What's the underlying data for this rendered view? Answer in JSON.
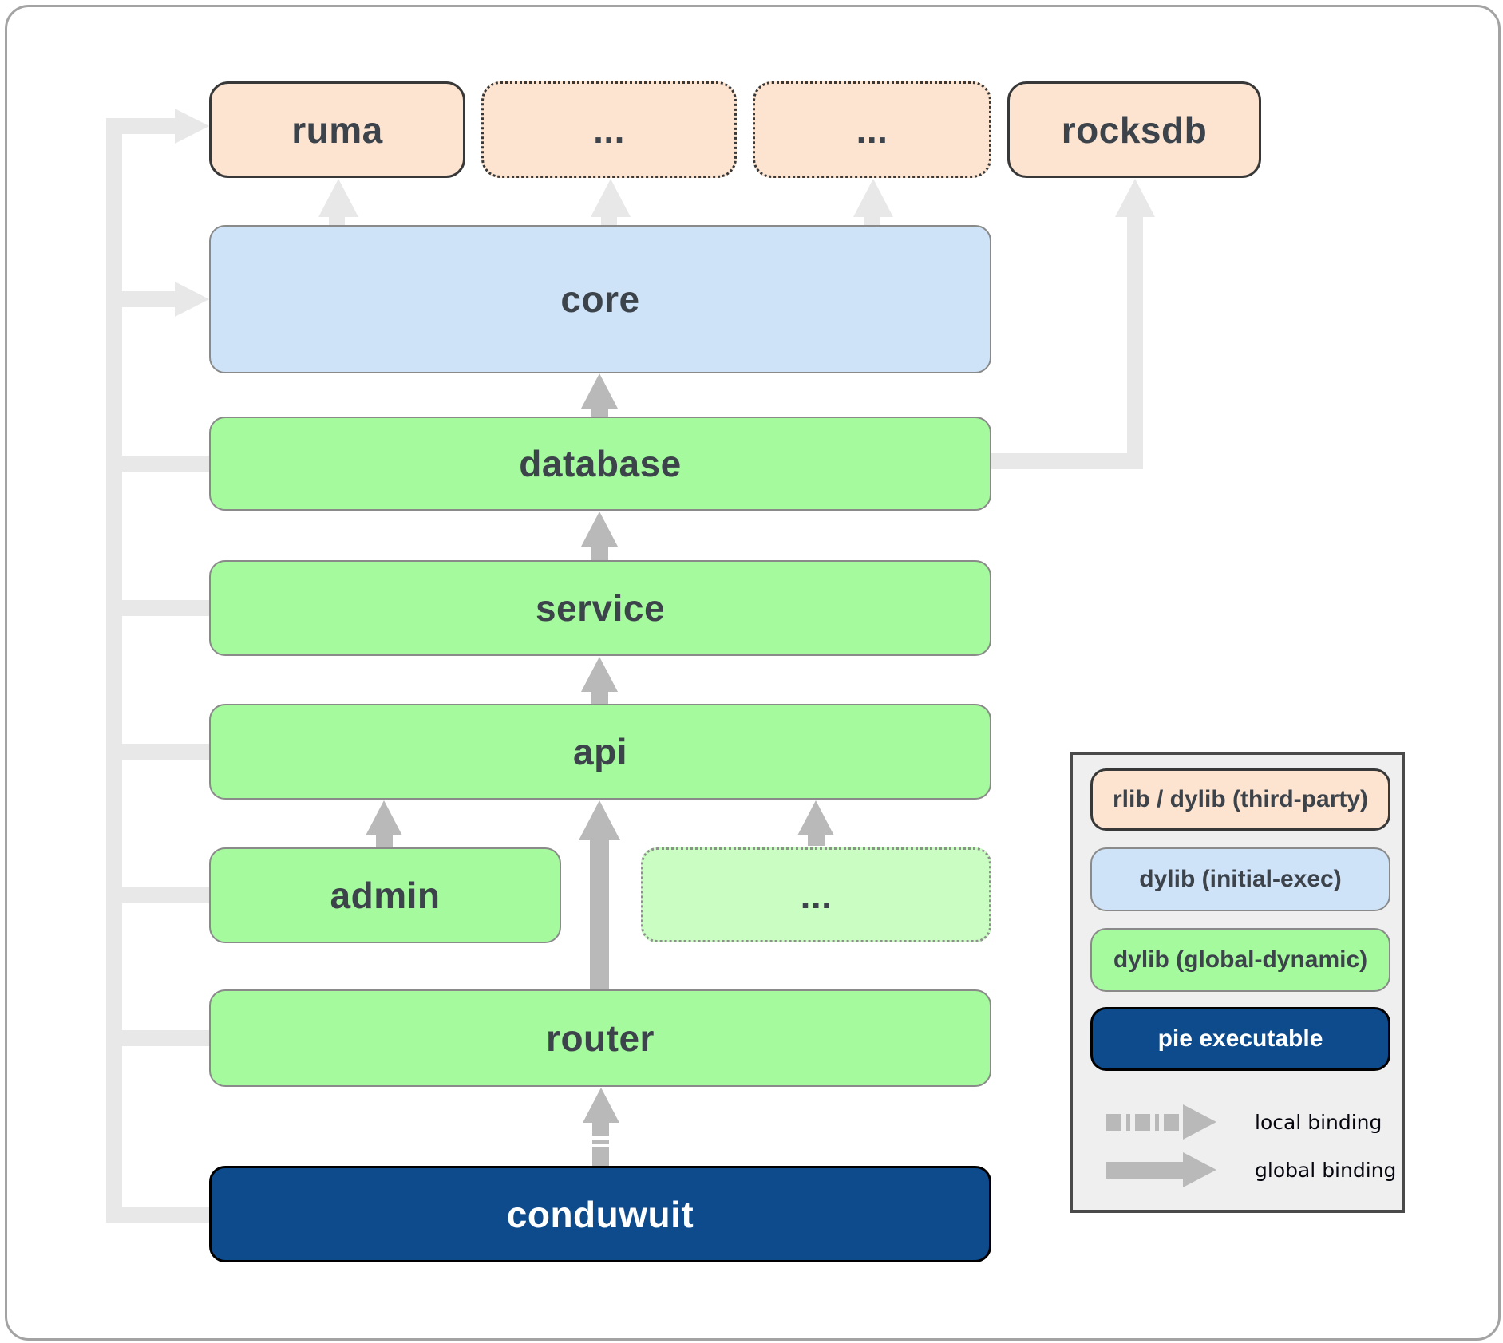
{
  "nodes": {
    "ruma": {
      "label": "ruma"
    },
    "dep1": {
      "label": "..."
    },
    "dep2": {
      "label": "..."
    },
    "rocksdb": {
      "label": "rocksdb"
    },
    "core": {
      "label": "core"
    },
    "database": {
      "label": "database"
    },
    "service": {
      "label": "service"
    },
    "api": {
      "label": "api"
    },
    "admin": {
      "label": "admin"
    },
    "dep3": {
      "label": "..."
    },
    "router": {
      "label": "router"
    },
    "conduwuit": {
      "label": "conduwuit"
    }
  },
  "legend": {
    "items": [
      {
        "label": "rlib / dylib (third-party)"
      },
      {
        "label": "dylib (initial-exec)"
      },
      {
        "label": "dylib (global-dynamic)"
      },
      {
        "label": "pie executable"
      }
    ],
    "bindings": [
      {
        "label": "local binding"
      },
      {
        "label": "global binding"
      }
    ]
  },
  "colors": {
    "third-party": "#fce4d1",
    "initial-exec": "#cfe3f8",
    "global-dynamic": "#a5fa9d",
    "global-dynamic-light": "#c9fdc1",
    "pie": "#0d4b8d",
    "arrow": "#b9b9b9",
    "arrow-light": "#e8e8e8",
    "border-dark": "#383838",
    "border-gray": "#8a8a8a",
    "label": "#3d434b",
    "legend-bg": "#efefef",
    "legend-border": "#4a4a4a"
  }
}
